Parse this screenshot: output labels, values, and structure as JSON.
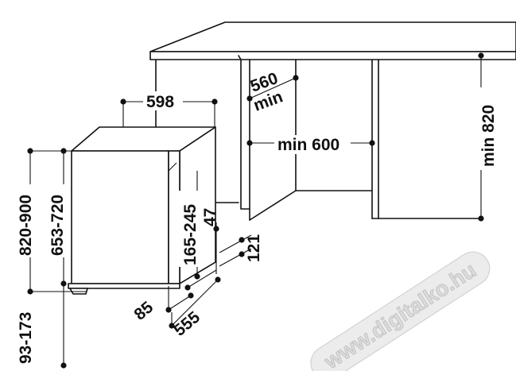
{
  "dimensions": {
    "cabinet_width": "598",
    "niche_depth": "560",
    "niche_depth_note": "min",
    "niche_width": "min 600",
    "worktop_height": "min 820",
    "total_height": "820-900",
    "body_height": "653-720",
    "plinth_height": "93-173",
    "door_panel": "165-245",
    "top_offset": "47",
    "foot_offset": "121",
    "foot_depth": "85",
    "appliance_depth": "555"
  },
  "watermark": {
    "text": "www.digitalko.hu"
  }
}
